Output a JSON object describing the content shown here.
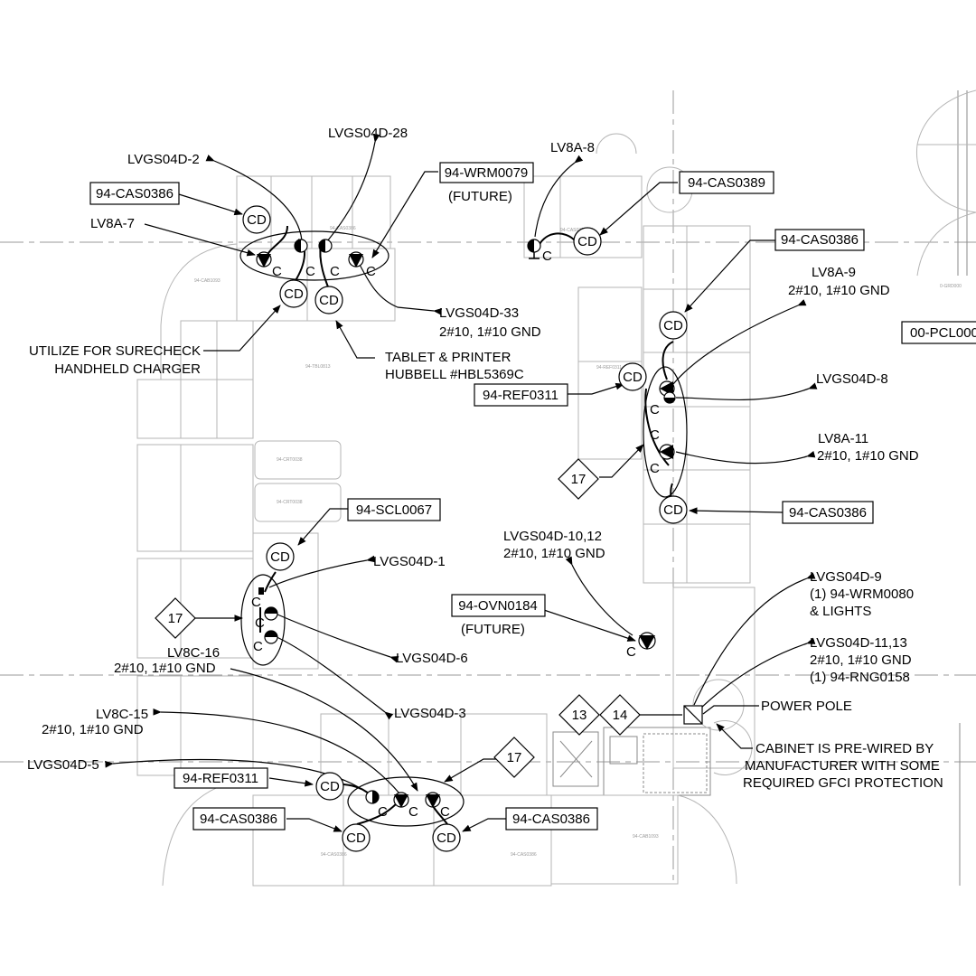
{
  "circuit_labels": {
    "lvgs04d_28": "LVGS04D-28",
    "lvgs04d_2": "LVGS04D-2",
    "lv8a_7": "LV8A-7",
    "lv8a_8": "LV8A-8",
    "future_1": "(FUTURE)",
    "lvgs04d_33": "LVGS04D-33",
    "lvgs04d_33_wire": "2#10, 1#10 GND",
    "lv8a_9": "LV8A-9",
    "lv8a_9_wire": "2#10, 1#10 GND",
    "lvgs04d_8": "LVGS04D-8",
    "lv8a_11": "LV8A-11",
    "lv8a_11_wire": "2#10, 1#10 GND",
    "lvgs04d_10_12": "LVGS04D-10,12",
    "lvgs04d_10_12_wire": "2#10, 1#10 GND",
    "lvgs04d_1": "LVGS04D-1",
    "lvgs04d_6": "LVGS04D-6",
    "lv8c_16": "LV8C-16",
    "lv8c_16_wire": "2#10, 1#10 GND",
    "lvgs04d_3": "LVGS04D-3",
    "lv8c_15": "LV8C-15",
    "lv8c_15_wire": "2#10, 1#10 GND",
    "lvgs04d_5": "LVGS04D-5",
    "future_2": "(FUTURE)",
    "lvgs04d_9": "LVGS04D-9",
    "lvgs04d_9_line2": "(1) 94-WRM0080",
    "lvgs04d_9_line3": "& LIGHTS",
    "lvgs04d_11_13": "LVGS04D-11,13",
    "lvgs04d_11_13_wire": "2#10, 1#10 GND",
    "lvgs04d_11_13_line3": "(1) 94-RNG0158"
  },
  "equipment_tags": {
    "cas0386_a": "94-CAS0386",
    "wrm0079": "94-WRM0079",
    "cas0389": "94-CAS0389",
    "cas0386_b": "94-CAS0386",
    "pcl": "00-PCL000",
    "ref0311_a": "94-REF0311",
    "cas0386_c": "94-CAS0386",
    "scl0067": "94-SCL0067",
    "ovn0184": "94-OVN0184",
    "ref0311_b": "94-REF0311",
    "cas0386_d": "94-CAS0386",
    "cas0386_e": "94-CAS0386"
  },
  "notes": {
    "utilize_1": "UTILIZE FOR SURECHECK",
    "utilize_2": "HANDHELD CHARGER",
    "tablet_1": "TABLET & PRINTER",
    "tablet_2": "HUBBELL #HBL5369C",
    "power_pole": "POWER POLE",
    "cabinet_1": "CABINET IS PRE-WIRED BY",
    "cabinet_2": "MANUFACTURER WITH SOME",
    "cabinet_3": "REQUIRED GFCI PROTECTION"
  },
  "keynotes": {
    "k17_a": "17",
    "k17_b": "17",
    "k13": "13",
    "k14": "14",
    "k17_c": "17"
  },
  "symbol_text": {
    "cd": "CD",
    "c": "C"
  },
  "background_tags": {
    "cab1093_a": "94-CAB1093",
    "cas_top": "94-CAS0386",
    "cas_mid": "94-CAS0386",
    "tbl0813": "94-TBL0813",
    "crt_a": "94-CRT0038",
    "crt_b": "94-CRT0038",
    "ref_small": "94-REF0311",
    "cab1093_b": "94-CAB1093",
    "cas_bot_a": "94-CAS0386",
    "cas_bot_b": "94-CAS0386",
    "grd": "0-GRD000"
  }
}
